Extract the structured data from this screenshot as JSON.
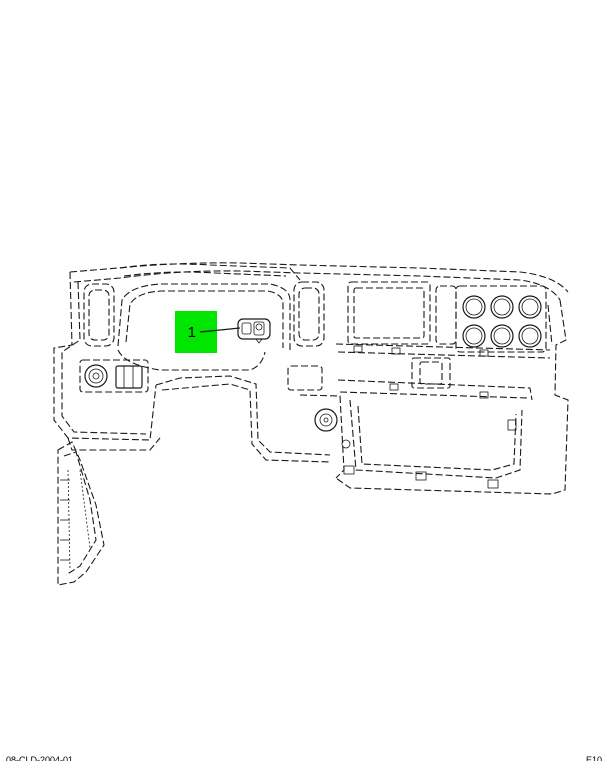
{
  "diagram": {
    "callout": {
      "number": "1",
      "highlight_color": "#00e600"
    }
  },
  "footer": {
    "left_text": "08-CLD-2004-01",
    "right_text": "E10"
  }
}
